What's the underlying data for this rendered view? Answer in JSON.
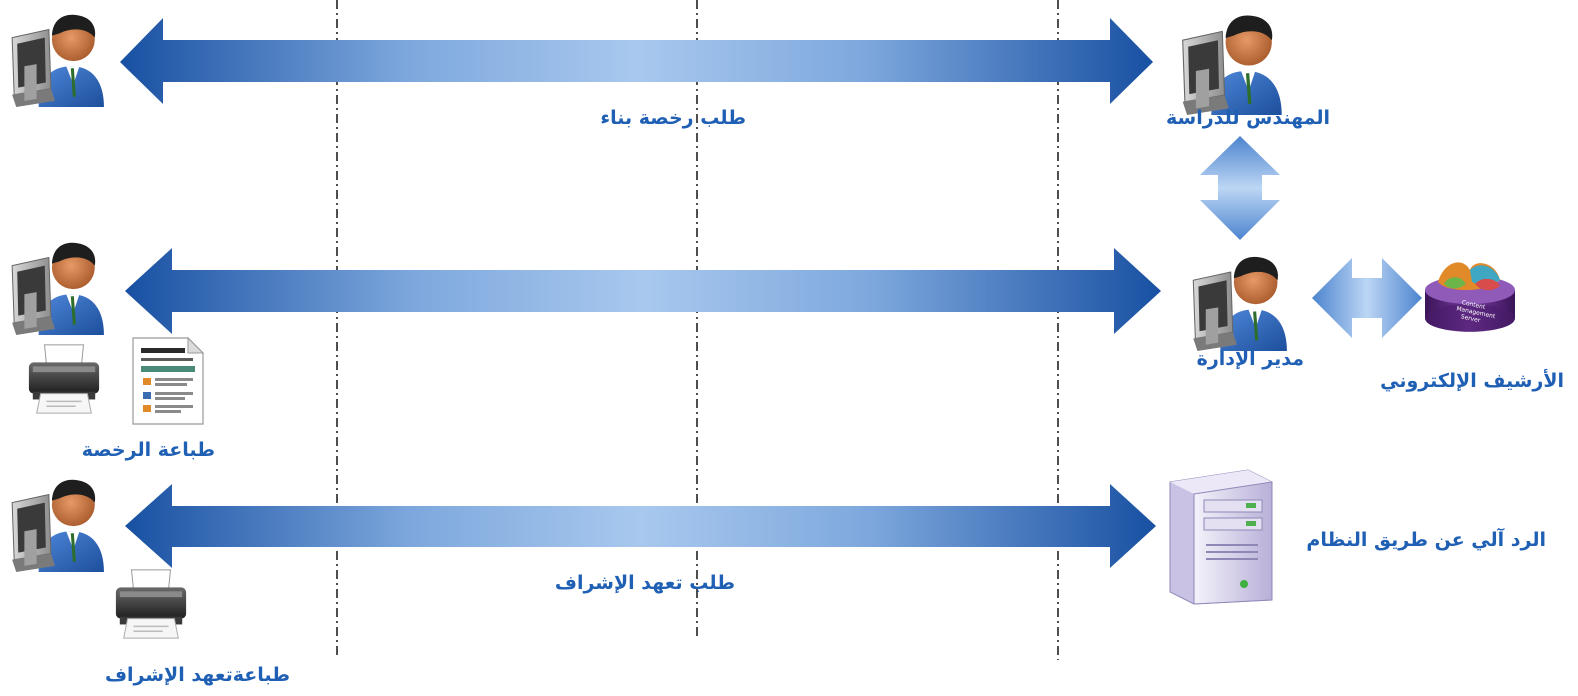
{
  "labels": {
    "building_permit_request": "طلب رخصة بناء",
    "study_engineer": "المهندس للدراسة",
    "admin_manager": "مدير الإدارة",
    "electronic_archive": "الأرشيف الإلكتروني",
    "permit_printing": "طباعة الرخصة",
    "system_auto_reply": "الرد آلي عن طريق النظام",
    "supervision_pledge_request": "طلب تعهد الإشراف",
    "supervision_pledge_printing": "طباعةتعهد الإشراف"
  },
  "archive_disk_text": [
    "Content",
    "Management",
    "Server"
  ],
  "colors": {
    "arrow_dark": "#1a55a6",
    "arrow_light": "#a8c8ee",
    "label_blue": "#1f5fb4",
    "divider": "#222222",
    "archive_purple": "#6a2f8e"
  },
  "icons": [
    "user-at-computer-icon",
    "printer-icon",
    "document-icon",
    "server-tower-icon",
    "database-disk-icon"
  ]
}
